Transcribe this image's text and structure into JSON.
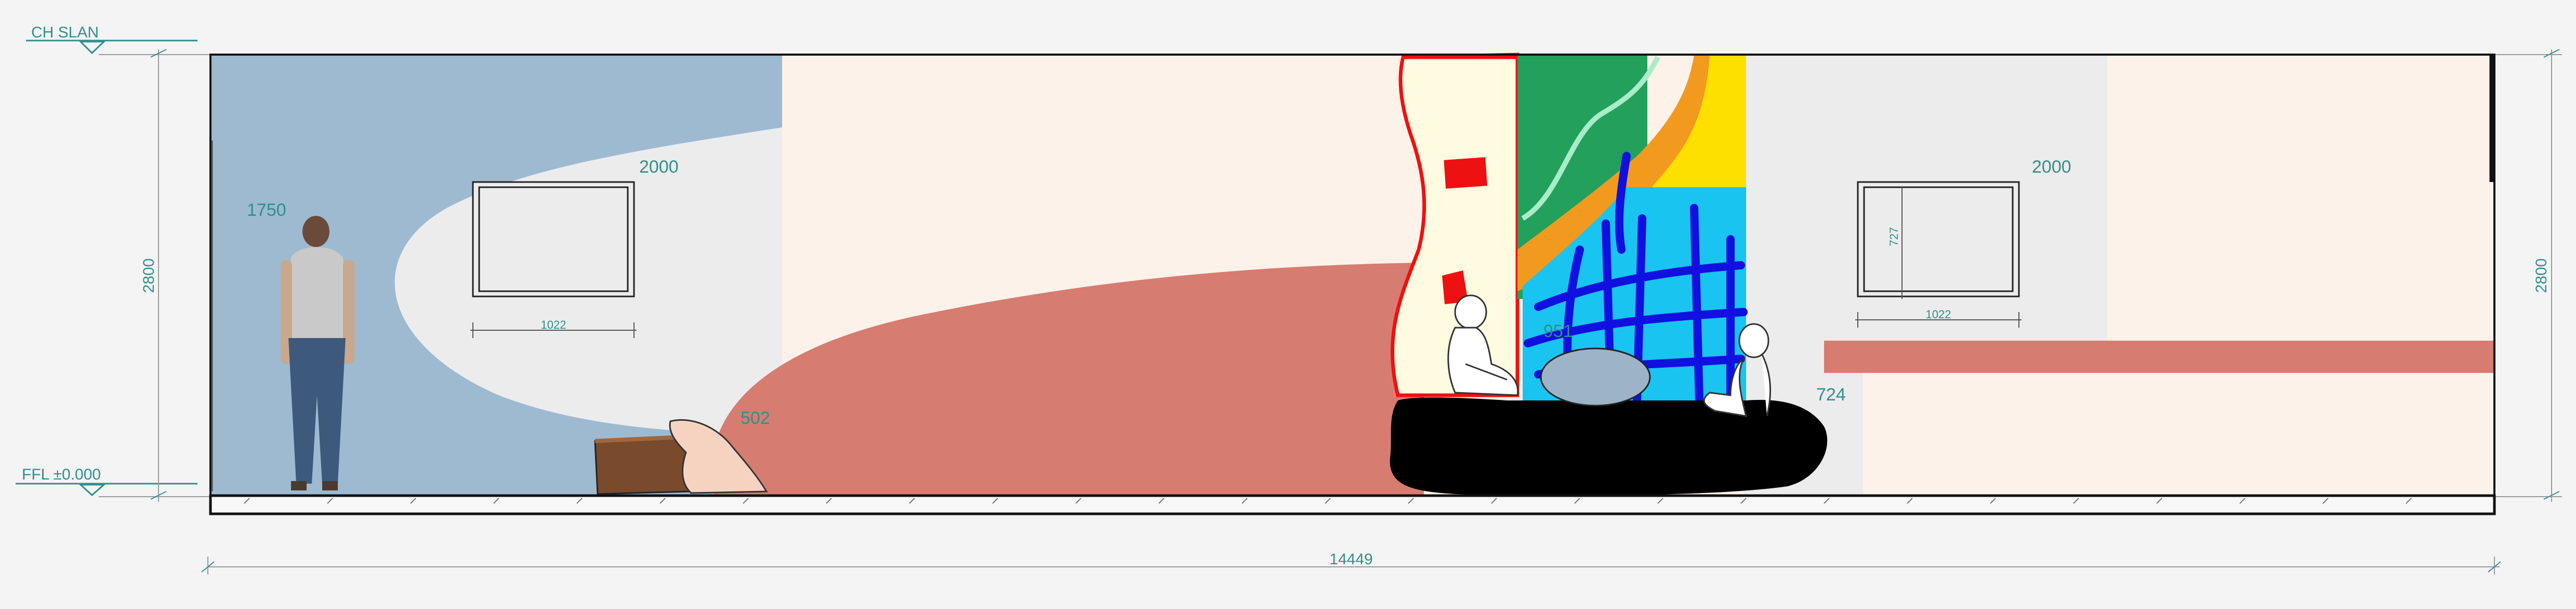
{
  "levels": {
    "top": "CH SLAN",
    "bottom": "FFL ±0.000"
  },
  "dimensions": {
    "height_left": "2800",
    "height_right": "2800",
    "total_width": "14449",
    "figure_height": "1750",
    "frame_left_height": "2000",
    "frame_left_width": "1022",
    "frame_right_height": "2000",
    "frame_right_width": "1022",
    "frame_right_inner": "727",
    "object_a": "502",
    "object_b": "951",
    "object_c": "724"
  },
  "colors": {
    "wall_blue": "#9dbad1",
    "wall_cream": "#fcf2ea",
    "wall_grey": "#ececec",
    "terracotta": "#d77c70",
    "mural_cream": "#fefbe0",
    "mural_green": "#22a05c",
    "mural_orange": "#f29a1e",
    "mural_yellow": "#fde000",
    "mural_cyan": "#19c4f1",
    "mural_blue": "#1010e0",
    "mural_red": "#ee1111",
    "platform": "#000000",
    "dimension_text": "#2f8f8c"
  }
}
